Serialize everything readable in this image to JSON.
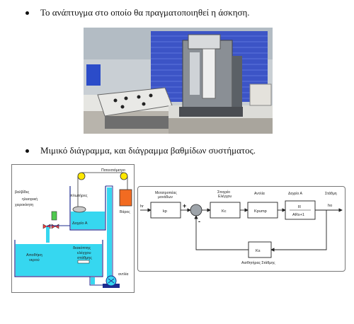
{
  "bullets": [
    "Το ανάπτυγμα στο οποίο θα πραγματοποιηθεί η άσκηση.",
    "Μιμικό διάγραμμα, και διάγραμμα βαθμίδων συστήματος."
  ],
  "mimic": {
    "potentiometer": "Ποτενσιόμετρο",
    "float": "πλωτήρες",
    "valves": "βαλβίδες",
    "electric_valve": "ηλεκτρική",
    "drain_valve": "χειροκίνητη",
    "tank_a": "Δοχείο Α",
    "weight": "Βάρος",
    "reservoir_line1": "Αποθήκη",
    "reservoir_line2": "νερού",
    "switch_line1": "διακόπτης",
    "switch_line2": "ελέγχου",
    "switch_line3": "στάθμης",
    "pump": "αντλία"
  },
  "block": {
    "input": "hr",
    "converter_line1": "Μετατροπέας",
    "converter_line2": "μονάδων",
    "controller_line1": "Στοιχείο",
    "controller_line2": "Ελέγχου",
    "pump": "Αντλία",
    "tank": "Δοχείο Α",
    "output_label": "Στάθμη",
    "output": "ho",
    "kp": "kp",
    "kc": "Kc",
    "kpump": "Kpump",
    "tf_num": "R",
    "tf_den": "ARs+1",
    "sensor_gain": "Ks",
    "sensor": "Αισθητήρας Στάθμης",
    "plus": "+",
    "minus": "-"
  },
  "colors": {
    "water": "#36d7f0",
    "tank_outline": "#1d2b8f",
    "weight": "#f26b21",
    "monitor": "#2b4cc9"
  }
}
